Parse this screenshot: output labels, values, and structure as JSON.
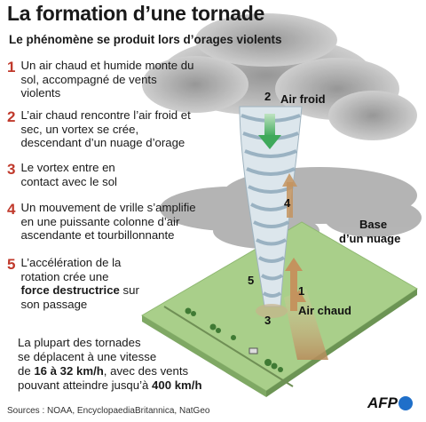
{
  "header": {
    "title": "La formation d’une tornade",
    "subtitle": "Le phénomène se produit lors d’orages violents"
  },
  "steps": [
    {
      "num": "1",
      "text": "Un air chaud et humide monte du sol, accompagné de vents violents"
    },
    {
      "num": "2",
      "text": "L’air chaud rencontre l’air froid et sec, un vortex se crée, descendant d’un nuage d’orage"
    },
    {
      "num": "3",
      "text": "Le vortex entre en contact avec le sol"
    },
    {
      "num": "4",
      "text": "Un mouvement de vrille s’amplifie en une puissante colonne d’air ascendante et tourbillonnante"
    },
    {
      "num": "5",
      "text_before": "L’accélération de la rotation crée une ",
      "text_bold": "force destructrice",
      "text_after": " sur son passage"
    }
  ],
  "diagram": {
    "label_air_froid": "Air froid",
    "label_air_chaud": "Air chaud",
    "label_base_nuage_1": "Base",
    "label_base_nuage_2": "d’un nuage",
    "markers": [
      "2",
      "4",
      "5",
      "3",
      "1"
    ]
  },
  "note": {
    "line1": "La plupart des tornades",
    "line2": "se déplacent à une vitesse",
    "line3_pre": "de ",
    "speed_range": "16 à 32 km/h",
    "line3_post": ", avec des vents",
    "line4_pre": "pouvant atteindre jusqu’à ",
    "speed_max": "400 km/h"
  },
  "footer": {
    "sources": "Sources : NOAA, EncyclopaediaBritannica, NatGeo",
    "brand": "AFP"
  },
  "colors": {
    "accent_red": "#c0392b",
    "ground_green": "#a9cf8a",
    "cloud_grey": "#9a9a9a",
    "cold_air_green": "#5fb86a",
    "warm_air_brown": "#b98a5a",
    "afp_blue": "#1f6fc9"
  }
}
